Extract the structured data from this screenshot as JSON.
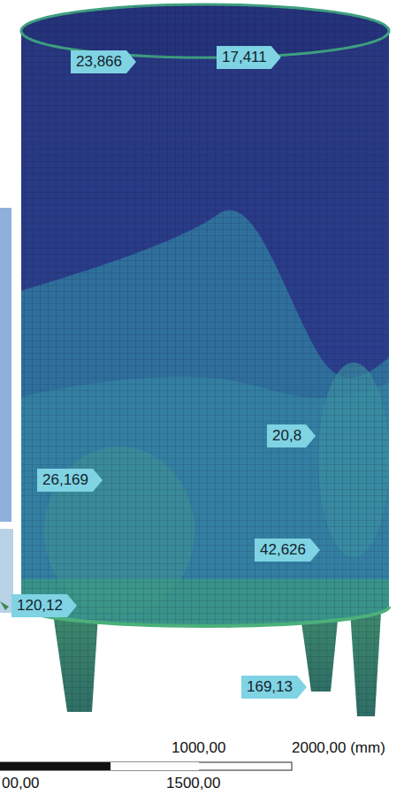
{
  "diagram": {
    "labels": [
      "23,866",
      "17,411",
      "20,8",
      "26,169",
      "42,626",
      "120,12",
      "169,13",
      "1000,00",
      "2000,00 (mm)",
      "00,00",
      "1500,00"
    ]
  }
}
